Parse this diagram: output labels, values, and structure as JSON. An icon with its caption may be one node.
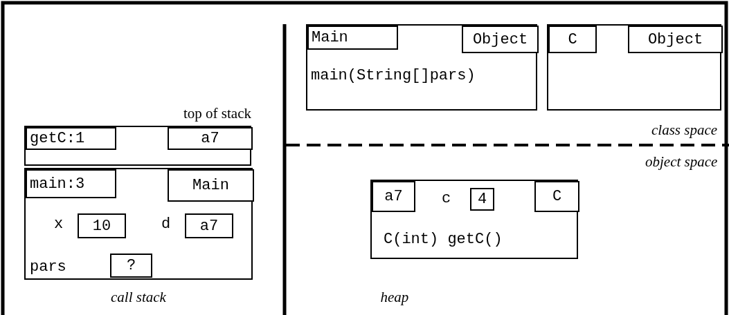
{
  "diagram": {
    "nodes": [
      {
        "text": [],
        "shape": "box"
      },
      {
        "text": [
          "getC:1"
        ],
        "in": 0
      },
      {
        "text": [
          "a7"
        ],
        "in": 0
      },
      {
        "text": [],
        "shape": "box"
      },
      {
        "text": [
          "main:3"
        ],
        "in": 3
      },
      {
        "text": [
          "Main"
        ],
        "in": 3
      },
      {
        "text": [
          "10"
        ],
        "in": 3,
        "beside": [
          "x"
        ]
      },
      {
        "text": [
          "a7"
        ],
        "in": 3,
        "beside": [
          "d"
        ]
      },
      {
        "text": [
          "?"
        ],
        "in": 3,
        "beside": [
          "pars"
        ]
      },
      {
        "text": [
          "main(String[]pars)"
        ]
      },
      {
        "text": [
          "Main"
        ],
        "in": 9
      },
      {
        "text": [
          "Object"
        ],
        "in": 9
      },
      {
        "text": [],
        "shape": "box"
      },
      {
        "text": [
          "C"
        ],
        "in": 12
      },
      {
        "text": [
          "Object"
        ],
        "in": 12
      },
      {
        "text": [
          "C(int) getC()"
        ]
      },
      {
        "text": [
          "a7"
        ],
        "in": 15
      },
      {
        "text": [
          "C"
        ],
        "in": 15
      },
      {
        "text": [
          "4"
        ],
        "in": 15,
        "beside": [
          "c"
        ]
      }
    ],
    "labels": [
      "top of stack",
      "class space",
      "object space",
      "call stack",
      "heap"
    ]
  }
}
